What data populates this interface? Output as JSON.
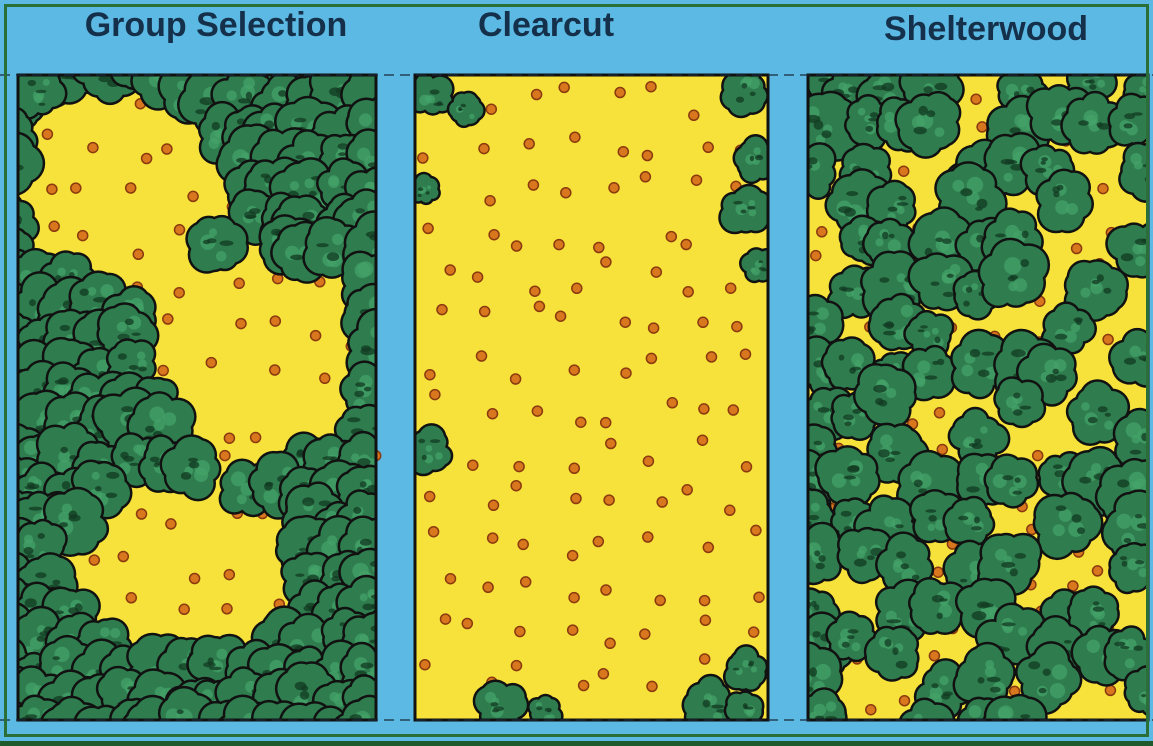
{
  "panels": [
    {
      "id": "group-selection",
      "title": "Group Selection"
    },
    {
      "id": "clearcut",
      "title": "Clearcut"
    },
    {
      "id": "shelterwood",
      "title": "Shelterwood"
    }
  ],
  "colors": {
    "sky": "#5cb9e3",
    "clearing": "#f6e23b",
    "forest": "#2f7d4e",
    "forest_light": "#45a46a",
    "forest_dark": "#123a22",
    "seedling": "#d9771f",
    "seedling_stroke": "#8a3a0e",
    "outline": "#111111",
    "title": "#14304a",
    "border": "#1f5a2c"
  }
}
